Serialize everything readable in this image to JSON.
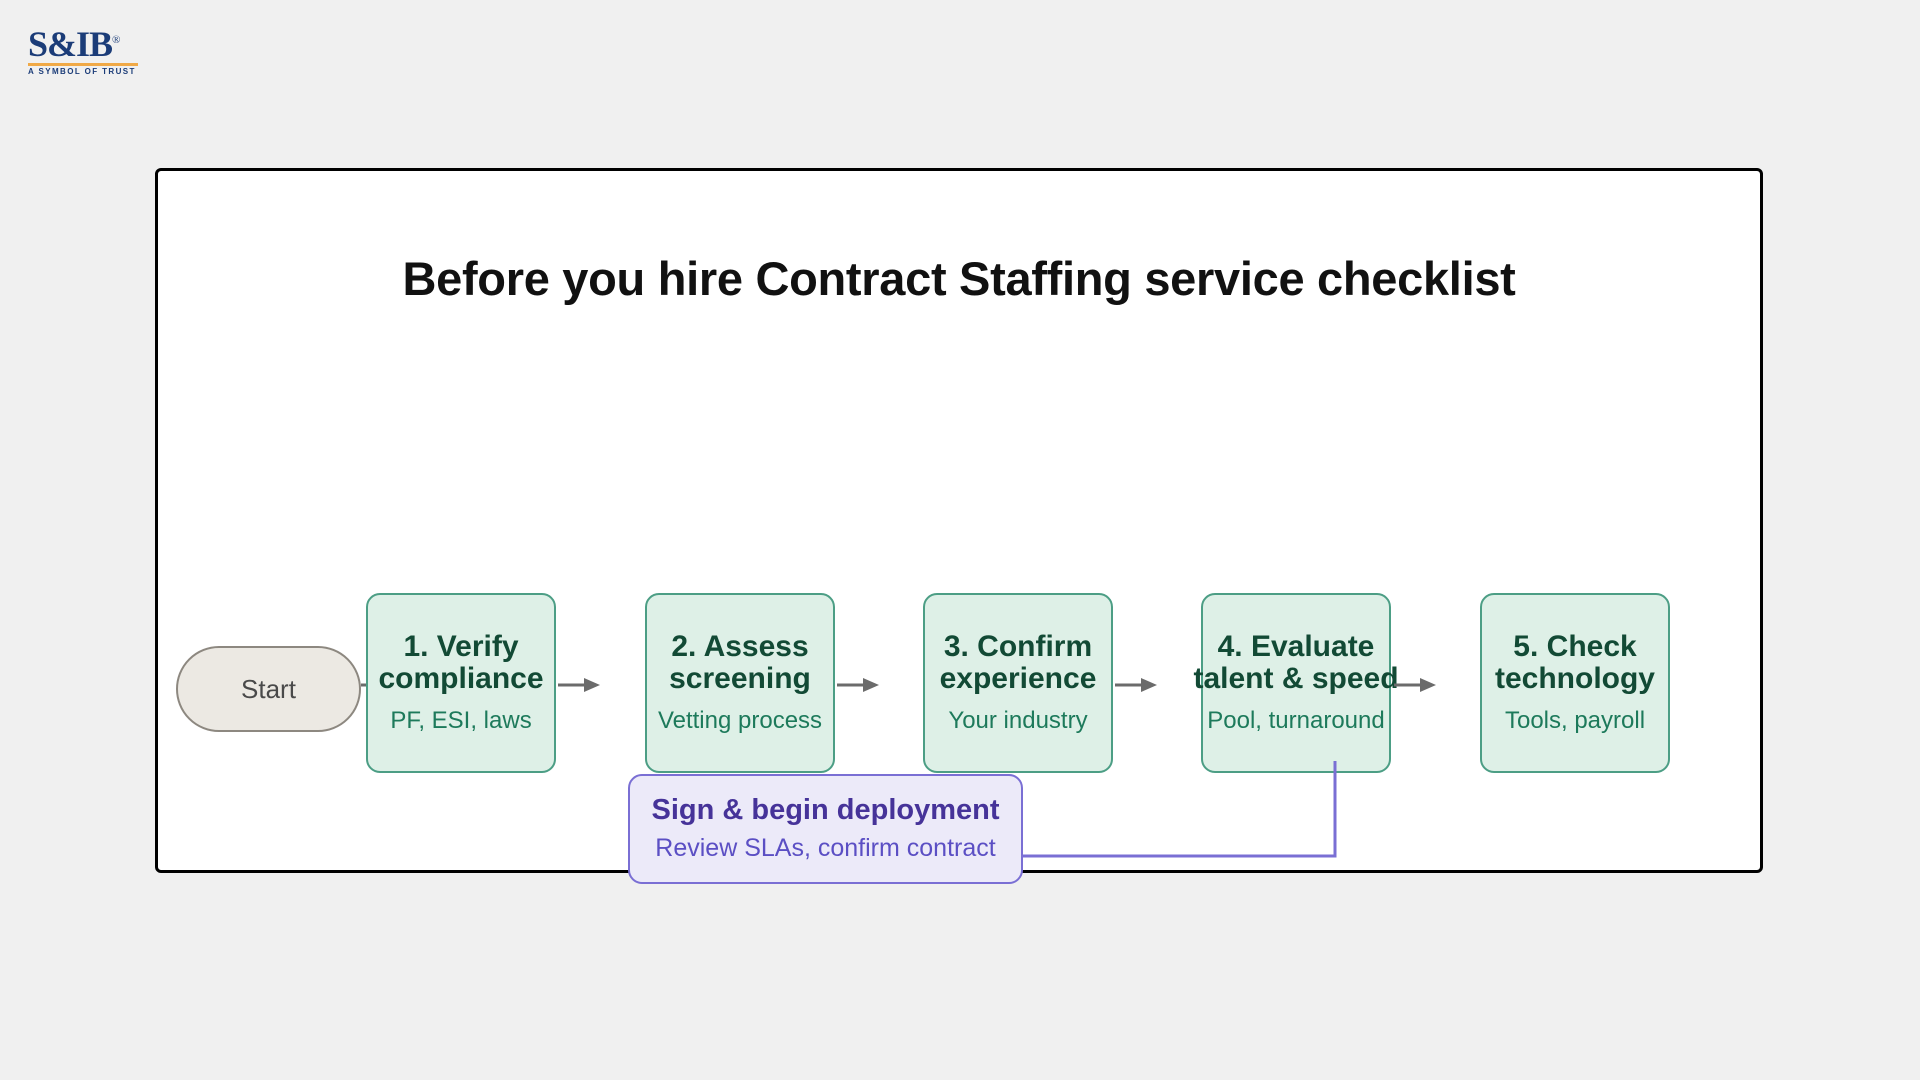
{
  "page": {
    "background_color": "#f0f0f0"
  },
  "brand": {
    "wordmark": "S&IB",
    "registered_mark": "®",
    "tagline": "A SYMBOL OF TRUST",
    "wordmark_color": "#1b3c78",
    "rule_color": "#f0a947"
  },
  "card": {
    "border_color": "#000000",
    "background_color": "#ffffff",
    "title": "Before you hire Contract Staffing service checklist"
  },
  "flow": {
    "start": {
      "label": "Start",
      "fill": "#ece9e3",
      "stroke": "#8d8880",
      "text_color": "#4a4a4a"
    },
    "step_fill": "#def0e7",
    "step_stroke": "#4c9e85",
    "step_title_color": "#124a35",
    "step_sub_color": "#1d7a5b",
    "arrow_color": "#6b6b6b",
    "steps": [
      {
        "title": "1. Verify",
        "title_line2": "compliance",
        "subtitle": "PF, ESI, laws"
      },
      {
        "title": "2. Assess",
        "title_line2": "screening",
        "subtitle": "Vetting process"
      },
      {
        "title": "3. Confirm",
        "title_line2": "experience",
        "subtitle": "Your industry"
      },
      {
        "title": "4. Evaluate",
        "title_line2": "talent & speed",
        "subtitle": "Pool, turnaround"
      },
      {
        "title": "5. Check",
        "title_line2": "technology",
        "subtitle": "Tools, payroll"
      }
    ],
    "deployment": {
      "title": "Sign & begin deployment",
      "subtitle": "Review SLAs, confirm contract",
      "fill": "#eceaf9",
      "stroke": "#7a6fd4",
      "title_color": "#463399",
      "sub_color": "#5b4fc4",
      "connector_color": "#7a6fd4"
    }
  }
}
